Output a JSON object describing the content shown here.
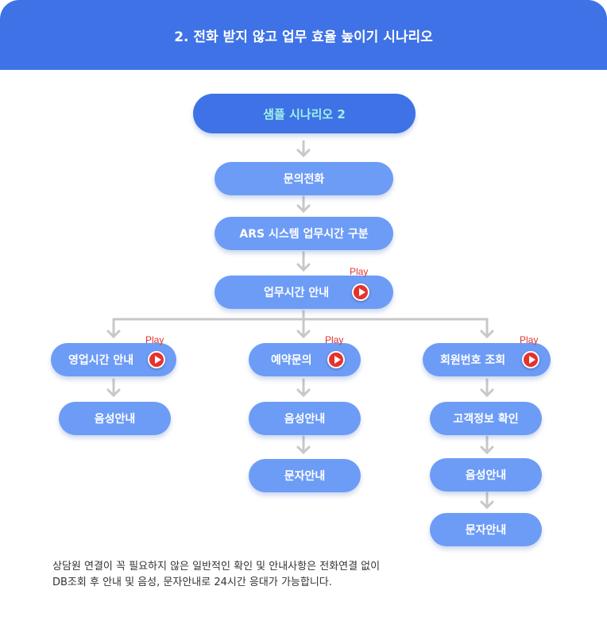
{
  "header": {
    "title": "2. 전화 받지 않고 업무 효율 높이기 시나리오"
  },
  "colors": {
    "header": "#3f72e6",
    "root": "#3f72e6",
    "node": "#6d9cf6",
    "root_text": "#9ff2e8",
    "play": "#e5322d",
    "connector": "#c8c8c8"
  },
  "nodes": {
    "root": "샘플 시나리오 2",
    "inquiry_call": "문의전화",
    "ars_classify": "ARS 시스템 업무시간 구분",
    "business_hours": "업무시간 안내",
    "sales_hours": "영업시간 안내",
    "voice_guide_left": "음성안내",
    "reservation": "예약문의",
    "voice_guide_middle": "음성안내",
    "sms_guide_middle": "문자안내",
    "member_lookup": "회원번호 조회",
    "customer_info": "고객정보 확인",
    "voice_guide_right": "음성안내",
    "sms_guide_right": "문자안내"
  },
  "play": {
    "label": "Play",
    "icon": "play-icon"
  },
  "footnote": {
    "line1": "상담원 연결이 꼭 필요하지 않은 일반적인 확인 및 안내사항은 전화연결 없이",
    "line2": "DB조회 후 안내 및 음성, 문자안내로 24시간 응대가 가능합니다."
  }
}
